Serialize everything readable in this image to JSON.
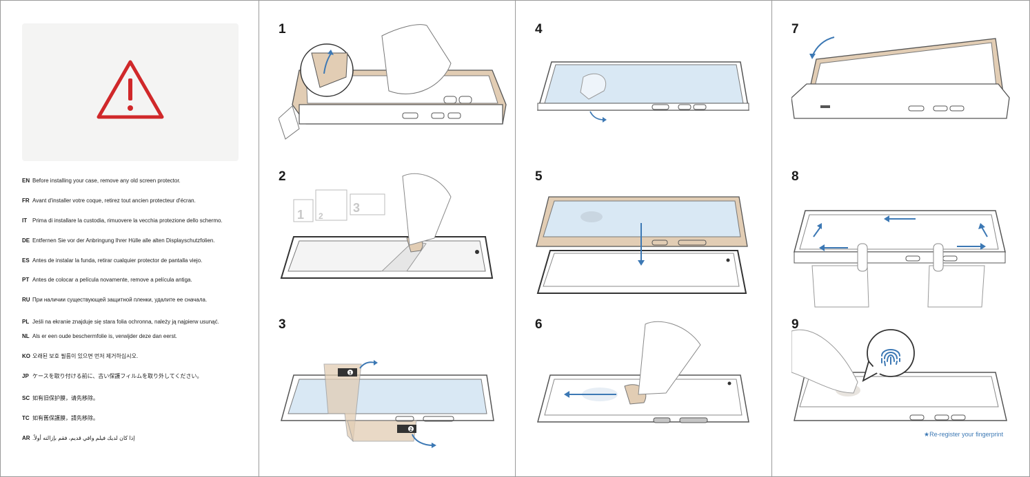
{
  "warning": {
    "icon": "warning-triangle-icon",
    "color": "#d0282a"
  },
  "languages": [
    {
      "code": "EN",
      "text": "Before installing your case, remove any old screen protector."
    },
    {
      "code": "FR",
      "text": "Avant d'installer votre coque, retirez tout ancien protecteur d'écran."
    },
    {
      "code": "IT",
      "text": "Prima di installare la custodia, rimuovere la vecchia protezione dello schermo."
    },
    {
      "code": "DE",
      "text": "Entfernen Sie vor der Anbringung Ihrer Hülle alle alten Displayschutzfolien."
    },
    {
      "code": "ES",
      "text": "Antes de instalar la funda, retirar cualquier protector de pantalla viejo."
    },
    {
      "code": "PT",
      "text": "Antes de colocar a película novamente, remove a película antiga."
    },
    {
      "code": "RU",
      "text": "При наличии существующей защитной пленки, удалите ее сначала."
    },
    {
      "code": "PL",
      "text": "Jeśli na ekranie znajduje się stara folia ochronna, należy ją najpierw usunąć."
    },
    {
      "code": "NL",
      "text": "Als er een oude beschermfolie is, verwijder deze dan eerst."
    },
    {
      "code": "KO",
      "text": "오래된 보호 필름이 있으면 먼저 제거하십시오."
    },
    {
      "code": "JP",
      "text": "ケースを取り付ける前に、古い保護フィルムを取り外してください。"
    },
    {
      "code": "SC",
      "text": "如有旧保护膜，请先移除。"
    },
    {
      "code": "TC",
      "text": "如有舊保護膜，請先移除。"
    },
    {
      "code": "AR",
      "text": "إذا كان لديك فيلم واقي قديم، فقم بإزالته أولاً."
    }
  ],
  "steps": [
    {
      "number": "1"
    },
    {
      "number": "2",
      "labels": [
        "1",
        "2",
        "3"
      ]
    },
    {
      "number": "3",
      "badges": [
        "1",
        "2"
      ]
    },
    {
      "number": "4"
    },
    {
      "number": "5"
    },
    {
      "number": "6"
    },
    {
      "number": "7"
    },
    {
      "number": "8"
    },
    {
      "number": "9",
      "icon": "fingerprint-icon"
    }
  ],
  "note": "★Re-register your fingerprint",
  "colors": {
    "accent": "#3c78b4",
    "case": "#e2cdb4",
    "film": "#d9e8f4",
    "line": "#555555"
  }
}
